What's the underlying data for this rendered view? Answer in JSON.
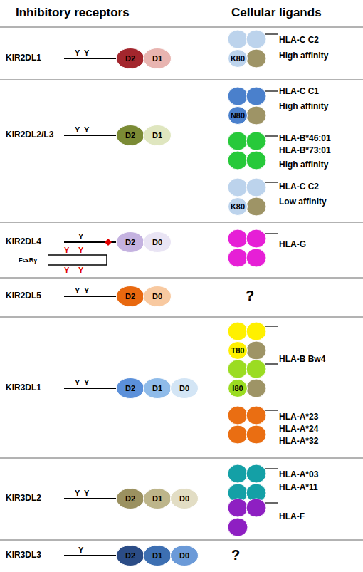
{
  "diagram": {
    "nodes": [
      {
        "text": [
          "D2"
        ]
      },
      {
        "text": [
          "D1"
        ]
      },
      {
        "text": [
          "K80"
        ]
      },
      {
        "text": [
          "D2"
        ]
      },
      {
        "text": [
          "D1"
        ]
      },
      {
        "text": [
          "N80"
        ]
      },
      {
        "text": [
          "K80"
        ]
      },
      {
        "text": [
          "D2"
        ]
      },
      {
        "text": [
          "D0"
        ]
      },
      {
        "text": [
          "D2"
        ]
      },
      {
        "text": [
          "D0"
        ]
      },
      {
        "text": [
          "D2"
        ]
      },
      {
        "text": [
          "D1"
        ]
      },
      {
        "text": [
          "D0"
        ]
      },
      {
        "text": [
          "T80"
        ]
      },
      {
        "text": [
          "I80"
        ]
      },
      {
        "text": [
          "D2"
        ]
      },
      {
        "text": [
          "D1"
        ]
      },
      {
        "text": [
          "D0"
        ]
      },
      {
        "text": [
          "D2"
        ]
      },
      {
        "text": [
          "D1"
        ]
      },
      {
        "text": [
          "D0"
        ]
      }
    ],
    "labels": [
      "Inhibitory receptors",
      "Cellular ligands",
      "KIR2DL1",
      "Y",
      "Y",
      "HLA-C C2",
      "High affinity",
      "KIR2DL2/L3",
      "Y",
      "Y",
      "HLA-C C1",
      "High affinity",
      "HLA-B*46:01",
      "HLA-B*73:01",
      "High affinity",
      "HLA-C C2",
      "Low affinity",
      "KIR2DL4",
      "Y",
      "FcεRγ",
      "Y",
      "Y",
      "Y",
      "Y",
      "HLA-G",
      "KIR2DL5",
      "Y",
      "Y",
      "?",
      "KIR3DL1",
      "Y",
      "Y",
      "HLA-B Bw4",
      "HLA-A*23",
      "HLA-A*24",
      "HLA-A*32",
      "KIR3DL2",
      "Y",
      "Y",
      "HLA-A*03",
      "HLA-A*11",
      "HLA-F",
      "KIR3DL3",
      "Y",
      "?"
    ]
  }
}
